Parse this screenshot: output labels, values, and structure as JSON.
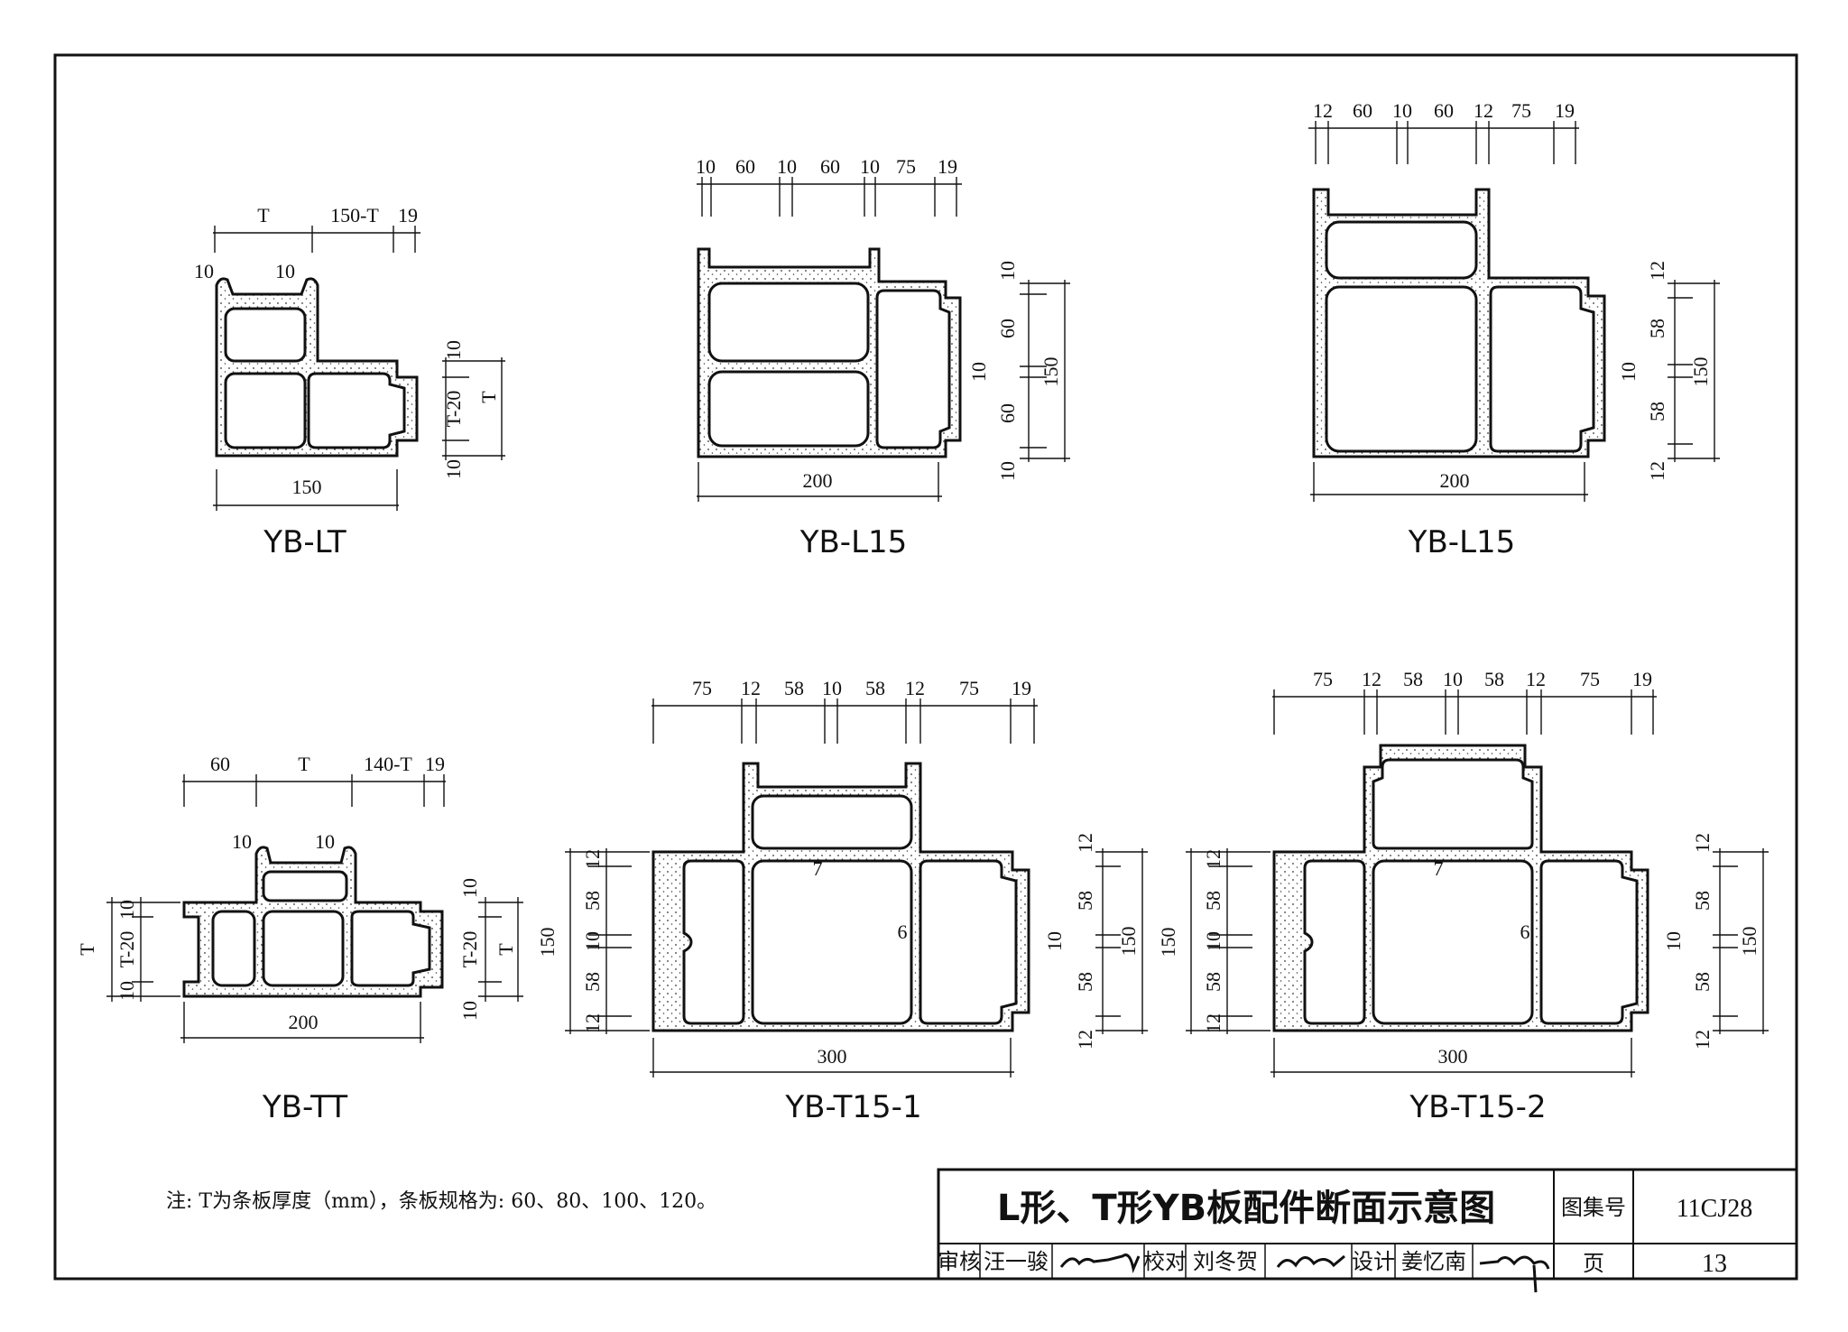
{
  "diagrams": [
    {
      "name": "YB-LT",
      "top": [
        "T",
        "150-T",
        "19"
      ],
      "lips": [
        "10",
        "10"
      ],
      "right": [
        "10",
        "T-20",
        "10",
        "T"
      ],
      "bottom": "150"
    },
    {
      "name": "YB-L15",
      "top": [
        "10",
        "60",
        "10",
        "60",
        "10",
        "75",
        "19"
      ],
      "right": [
        "10",
        "60",
        "10",
        "60",
        "10",
        "150"
      ],
      "bottom": "200"
    },
    {
      "name": "YB-L15",
      "top": [
        "12",
        "60",
        "10",
        "60",
        "12",
        "75",
        "19"
      ],
      "right": [
        "12",
        "58",
        "10",
        "58",
        "12",
        "150"
      ],
      "bottom": "200"
    },
    {
      "name": "YB-TT",
      "top": [
        "60",
        "T",
        "140-T",
        "19"
      ],
      "lips": [
        "10",
        "10"
      ],
      "left": [
        "T",
        "10",
        "T-20",
        "10"
      ],
      "right": [
        "10",
        "T-20",
        "10",
        "T"
      ],
      "bottom": "200"
    },
    {
      "name": "YB-T15-1",
      "top": [
        "75",
        "12",
        "58",
        "10",
        "58",
        "12",
        "75",
        "19"
      ],
      "left": [
        "150",
        "12",
        "58",
        "10",
        "58",
        "12"
      ],
      "right": [
        "12",
        "58",
        "10",
        "58",
        "12",
        "150"
      ],
      "inner": [
        "7",
        "6"
      ],
      "bottom": "300"
    },
    {
      "name": "YB-T15-2",
      "top": [
        "75",
        "12",
        "58",
        "10",
        "58",
        "12",
        "75",
        "19"
      ],
      "left": [
        "150",
        "12",
        "58",
        "10",
        "58",
        "12"
      ],
      "right": [
        "12",
        "58",
        "10",
        "58",
        "12",
        "150"
      ],
      "inner": [
        "7",
        "6"
      ],
      "bottom": "300"
    }
  ],
  "note": "注: T为条板厚度（mm），条板规格为: 60、80、100、120。",
  "title_block": {
    "title": "L形、T形YB板配件断面示意图",
    "atlas_label": "图集号",
    "atlas_no": "11CJ28",
    "review_label": "审核",
    "reviewer": "汪一骏",
    "check_label": "校对",
    "checker": "刘冬贺",
    "design_label": "设计",
    "designer": "姜忆南",
    "page_label": "页",
    "page_no": "13"
  }
}
